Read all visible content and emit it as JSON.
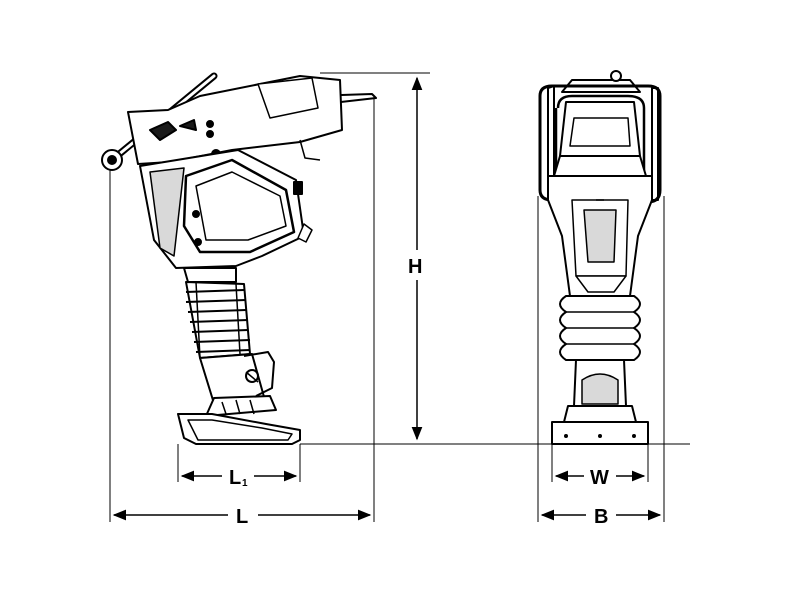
{
  "dimensions": {
    "height_label": "H",
    "length_label": "L",
    "foot_length_label": "L",
    "foot_length_subscript": "1",
    "width_label": "W",
    "overall_width_label": "B"
  },
  "colors": {
    "line": "#000000",
    "fill": "#ffffff",
    "shade": "#d9d9d9",
    "dark": "#1a1a1a"
  }
}
